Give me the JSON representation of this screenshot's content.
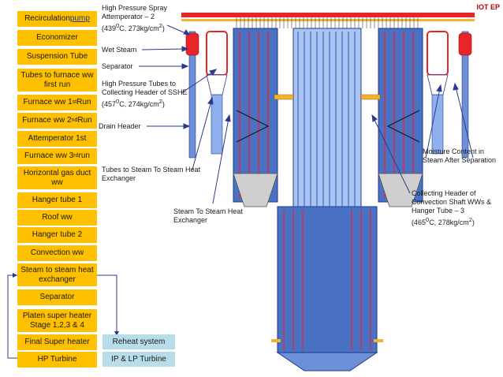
{
  "flow_boxes": [
    {
      "id": "recirculation",
      "pre": "Recirculation ",
      "link": "pump"
    },
    {
      "id": "economizer",
      "text": "Economizer"
    },
    {
      "id": "suspension",
      "text": "Suspension Tube"
    },
    {
      "id": "tubes_furnace",
      "text": "Tubes to furnace ww first run"
    },
    {
      "id": "furnace1",
      "pre": "Furnace ww 1",
      "sup": "st",
      "post": " Run"
    },
    {
      "id": "furnace2",
      "pre": "Furnace ww 2",
      "sup": "nd",
      "post": " Run"
    },
    {
      "id": "attemperator",
      "text": "Attemperator 1st"
    },
    {
      "id": "furnace3",
      "pre": "Furnace ww 3",
      "sup": "rd",
      "post": " run"
    },
    {
      "id": "horizontal",
      "text": "Horizontal gas duct ww"
    },
    {
      "id": "hanger1",
      "text": "Hanger tube 1"
    },
    {
      "id": "roof",
      "text": "Roof ww"
    },
    {
      "id": "hanger2",
      "text": "Hanger tube 2"
    },
    {
      "id": "convection",
      "text": "Convection ww"
    },
    {
      "id": "steam_to_steam",
      "text": "Steam to steam heat exchanger"
    },
    {
      "id": "separator",
      "text": "Separator"
    },
    {
      "id": "platen",
      "text": "Platen super heater Stage 1,2,3 & 4"
    },
    {
      "id": "final_sh",
      "text": "Final Super heater"
    },
    {
      "id": "hp_turbine",
      "text": "HP Turbine"
    }
  ],
  "side_boxes": {
    "reheat": "Reheat system",
    "ip_lp": "IP & LP Turbine"
  },
  "annotations": {
    "hp_spray_1": "High Pressure Spray",
    "hp_spray_2": "Attemperator – 2",
    "hp_spray_3_pre": "(439",
    "hp_spray_3_sup": "0",
    "hp_spray_3_post": "C, 273kg/cm",
    "hp_spray_3_sup2": "2",
    "hp_spray_3_end": ")",
    "wet_steam": "Wet Steam",
    "separator": "Separator",
    "hp_tubes_1": "High Pressure Tubes to",
    "hp_tubes_2": "Collecting Header of SSHE",
    "hp_tubes_3_pre": "(457",
    "hp_tubes_3_sup": "0",
    "hp_tubes_3_post": "C, 274kg/cm",
    "hp_tubes_3_sup2": "2",
    "hp_tubes_3_end": ")",
    "drain_header": "Drain Header",
    "tubes_to_sshe_1": "Tubes to Steam To Steam Heat",
    "tubes_to_sshe_2": "Exchanger",
    "sshe_1": "Steam To Steam Heat",
    "sshe_2": "Exchanger",
    "moisture_1": "Moisture Content in",
    "moisture_2": "Steam After  Separation",
    "collecting_1": "Collecting Header of",
    "collecting_2": "Convection Shaft WWs &",
    "collecting_3": "Hanger Tube – 3",
    "collecting_4_pre": "(465",
    "collecting_4_sup": "0",
    "collecting_4_post": "C, 278kg/cm",
    "collecting_4_sup2": "2",
    "collecting_4_end": ")"
  },
  "logo": "IOT EP",
  "colors": {
    "flow_box": "#ffc000",
    "side_box": "#b7dde8",
    "pipe_red": "#e8262a",
    "panel_blue": "#4a72c4",
    "panel_light": "#a9c4f0",
    "header_orange": "#f2b233",
    "arrow_navy": "#2d3a8c"
  }
}
